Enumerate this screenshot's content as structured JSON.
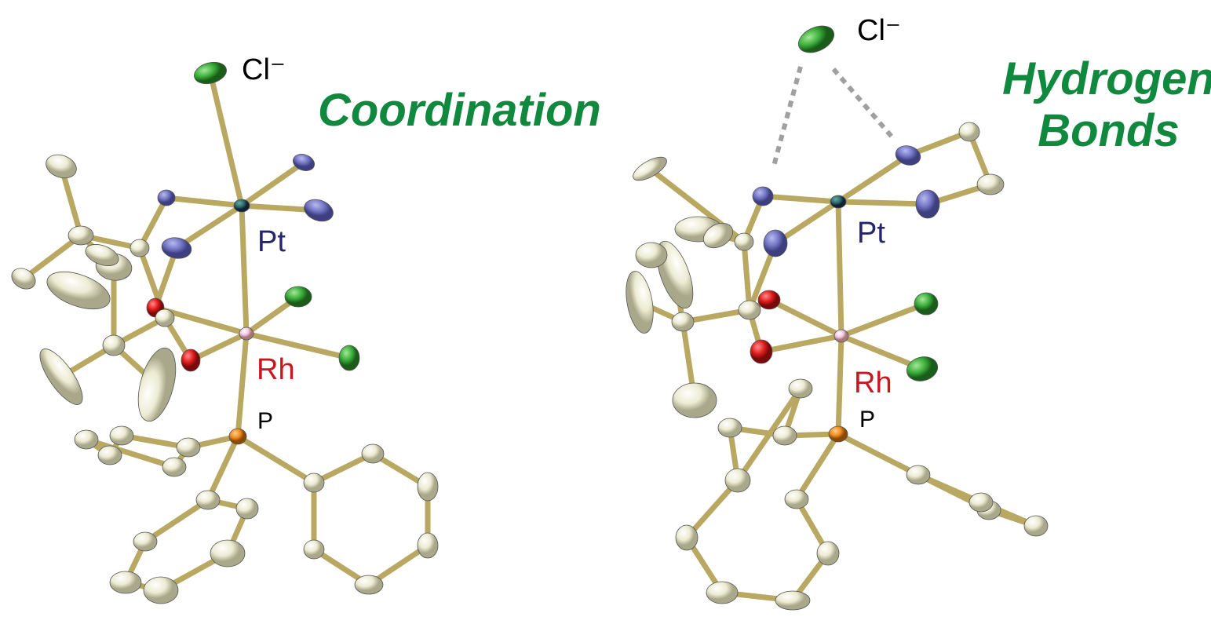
{
  "left_panel": {
    "title": "Coordination",
    "labels": {
      "chloride": "Cl⁻",
      "platinum": "Pt",
      "rhodium": "Rh",
      "phosphorus": "P"
    }
  },
  "right_panel": {
    "title_line1": "Hydrogen",
    "title_line2": "Bonds",
    "labels": {
      "chloride": "Cl⁻",
      "platinum": "Pt",
      "rhodium": "Rh",
      "phosphorus": "P"
    }
  },
  "colors": {
    "title": "#10893e",
    "pt_label": "#27246e",
    "rh_label": "#c8171e",
    "bond": "#b9a862",
    "carbon": "#eeeed8",
    "nitrogen": "#7577c6",
    "chlorine": "#3bae3a",
    "oxygen": "#e01c1c",
    "phosphorus": "#f08b1d",
    "platinum": "#2d6b6b",
    "rhodium": "#f1c8e6"
  }
}
